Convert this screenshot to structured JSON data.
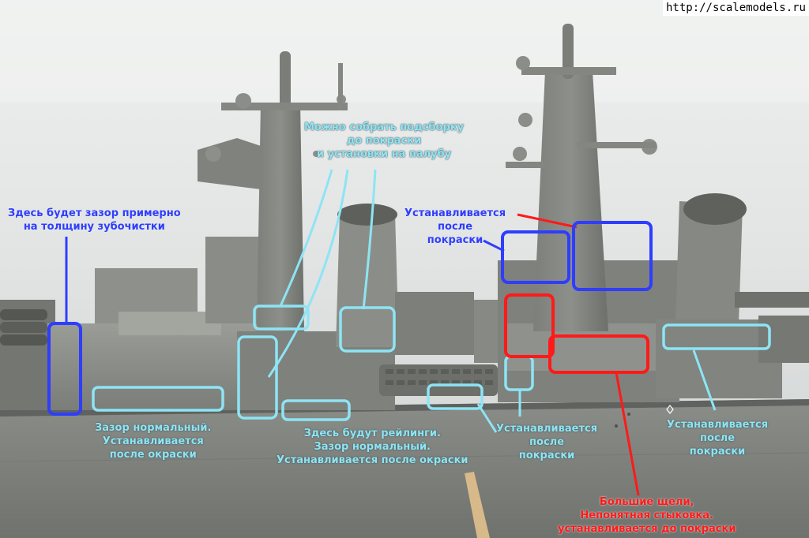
{
  "watermark": "http://scalemodels.ru",
  "colors": {
    "label_cyan": "#8ee4f4",
    "label_blue": "#2f3dff",
    "label_red": "#ff1a1a",
    "hull_gray": "#7d807b",
    "background": "#e4e7e6"
  },
  "annotations": {
    "assembly": [
      "Можно собрать подсборку",
      "до покраски",
      "и установки на палубу"
    ],
    "gap_toothpick": [
      "Здесь будет зазор примерно",
      "на толщину зубочистки"
    ],
    "mast_after_paint": [
      "Устанавливается",
      "после",
      "покраски"
    ],
    "gap_normal_left": [
      "Зазор нормальный.",
      "Устанавливается",
      "после окраски"
    ],
    "railings": [
      "Здесь будут рейлинги.",
      "Зазор нормальный.",
      "Устанавливается после окраски"
    ],
    "center_after_paint": [
      "Устанавливается",
      "после",
      "покраски"
    ],
    "right_after_paint": [
      "Устанавливается",
      "после",
      "покраски"
    ],
    "big_gaps": [
      "Большие щели,",
      "Непонятная стыковка.",
      "устанавливается до покраски"
    ]
  }
}
